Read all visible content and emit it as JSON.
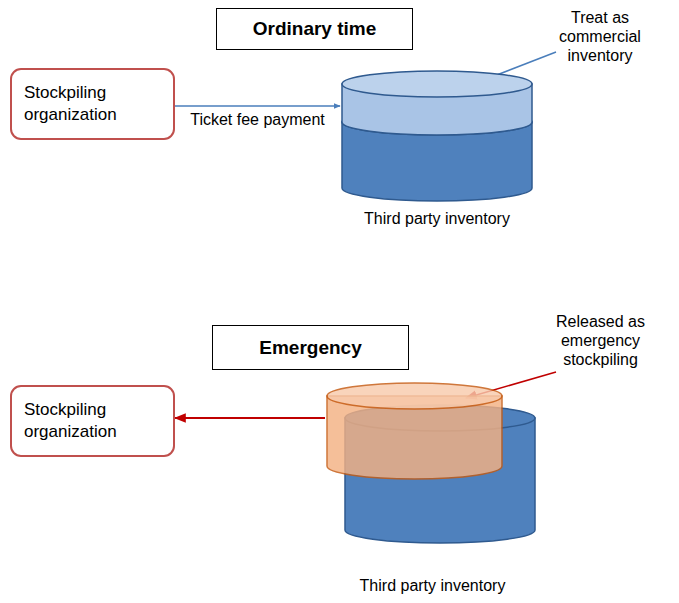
{
  "diagram": {
    "nodes": [
      {
        "text": [
          "Ordinary time"
        ]
      },
      {
        "text": [
          "Stockpiling organization"
        ]
      },
      {
        "text": [
          "Third party inventory"
        ]
      },
      {
        "text": [
          "Emergency"
        ]
      },
      {
        "text": [
          "Stockpiling organization"
        ]
      },
      {
        "text": [
          "Third party inventory"
        ]
      }
    ],
    "edges": [
      {
        "from": 1,
        "to": 2,
        "label": "Ticket fee payment",
        "arrow": "to"
      },
      {
        "from": 5,
        "to": 4,
        "arrow": "to"
      }
    ],
    "labels": [
      "Treat as commercial inventory",
      "Released as emergency stockpiling"
    ]
  }
}
